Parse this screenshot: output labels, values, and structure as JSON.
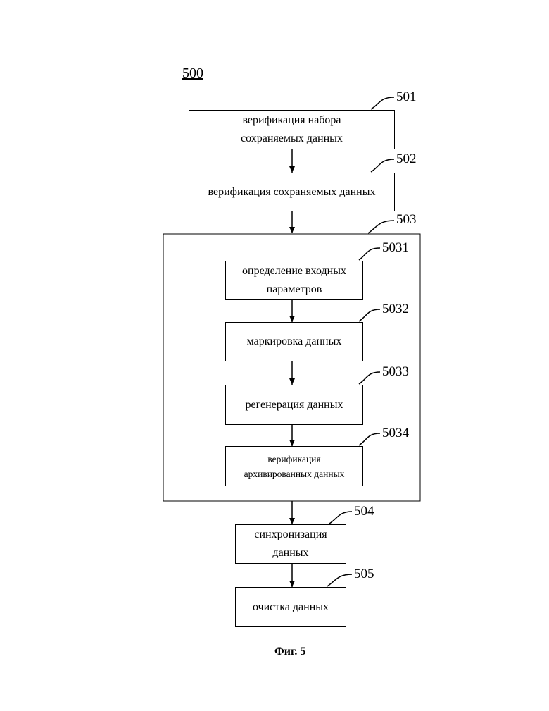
{
  "figure_ref": "500",
  "blocks": {
    "b501": {
      "ref": "501",
      "lines": [
        "верификация набора",
        "сохраняемых данных"
      ]
    },
    "b502": {
      "ref": "502",
      "lines": [
        "верификация сохраняемых данных"
      ]
    },
    "b503": {
      "ref": "503"
    },
    "b5031": {
      "ref": "5031",
      "lines": [
        "определение входных",
        "параметров"
      ]
    },
    "b5032": {
      "ref": "5032",
      "lines": [
        "маркировка данных"
      ]
    },
    "b5033": {
      "ref": "5033",
      "lines": [
        "регенерация данных"
      ]
    },
    "b5034": {
      "ref": "5034",
      "lines": [
        "верификация",
        "архивированных данных"
      ]
    },
    "b504": {
      "ref": "504",
      "lines": [
        "синхронизация",
        "данных"
      ]
    },
    "b505": {
      "ref": "505",
      "lines": [
        "очистка данных"
      ]
    }
  },
  "caption": "Фиг. 5"
}
